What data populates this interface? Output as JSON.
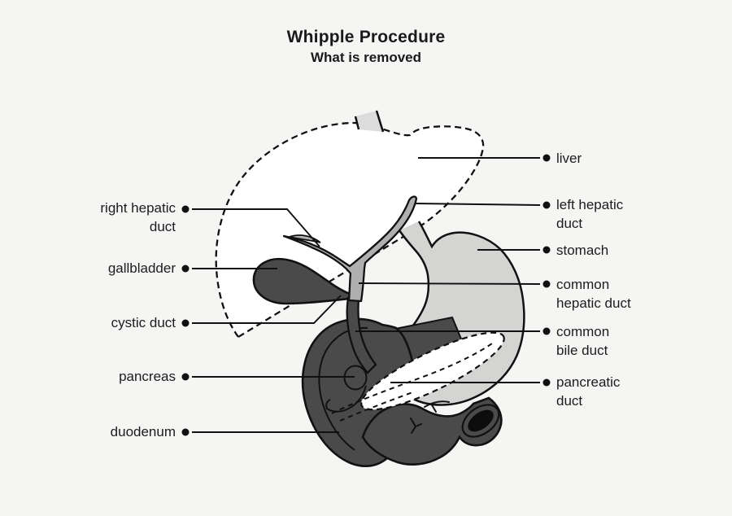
{
  "title": "Whipple Procedure",
  "subtitle": "What is removed",
  "legend_labels": {
    "left": [
      {
        "name": "right-hepatic-duct",
        "lines": [
          "right hepatic",
          "duct"
        ]
      },
      {
        "name": "gallbladder",
        "lines": [
          "gallbladder"
        ]
      },
      {
        "name": "cystic-duct",
        "lines": [
          "cystic duct"
        ]
      },
      {
        "name": "pancreas",
        "lines": [
          "pancreas"
        ]
      },
      {
        "name": "duodenum",
        "lines": [
          "duodenum"
        ]
      }
    ],
    "right": [
      {
        "name": "liver",
        "lines": [
          "liver"
        ]
      },
      {
        "name": "left-hepatic-duct",
        "lines": [
          "left hepatic",
          "duct"
        ]
      },
      {
        "name": "stomach",
        "lines": [
          "stomach"
        ]
      },
      {
        "name": "common-hepatic-duct",
        "lines": [
          "common",
          "hepatic duct"
        ]
      },
      {
        "name": "common-bile-duct",
        "lines": [
          "common",
          "bile duct"
        ]
      },
      {
        "name": "pancreatic-duct",
        "lines": [
          "pancreatic",
          "duct"
        ]
      }
    ]
  },
  "colors": {
    "background": "#f5f5f4",
    "ink": "#111111",
    "label_text": "#1c1c1c",
    "removed_dark": "#4a4a4a",
    "duct_gray": "#b0afaf",
    "stomach_gray": "#d4d4d3",
    "vessel_gray": "#dcdcdc",
    "organ_white": "#ffffff",
    "lumen_black": "#0d0d0d"
  }
}
